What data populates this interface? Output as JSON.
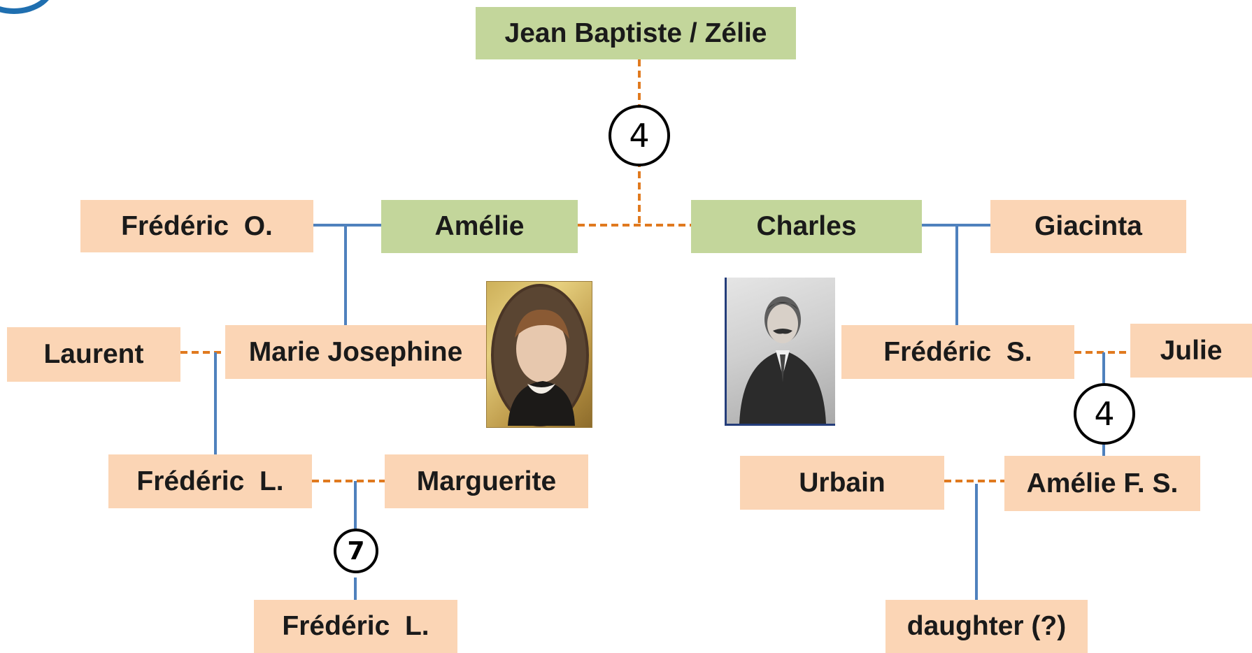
{
  "people": {
    "jean_baptiste_zelie": "Jean Baptiste / Zélie",
    "frederic_o": "Frédéric  O.",
    "amelie": "Amélie",
    "charles": "Charles",
    "giacinta": "Giacinta",
    "laurent": "Laurent",
    "marie_josephine": "Marie Josephine",
    "frederic_s": "Frédéric  S.",
    "julie": "Julie",
    "frederic_l_1": "Frédéric  L.",
    "marguerite": "Marguerite",
    "urbain": "Urbain",
    "amelie_f_s": "Amélie F. S.",
    "frederic_l_2": "Frédéric  L.",
    "daughter": "daughter (?)"
  },
  "badges": {
    "top": "4",
    "right": "4",
    "left": "7"
  },
  "portraits": {
    "woman": "portrait-of-marie-josephine",
    "man": "portrait-of-charles"
  },
  "colors": {
    "marriage_line": "#e07a1f",
    "descent_line": "#4f81bd",
    "box_person": "#fbd5b5",
    "box_main": "#c3d69b"
  }
}
